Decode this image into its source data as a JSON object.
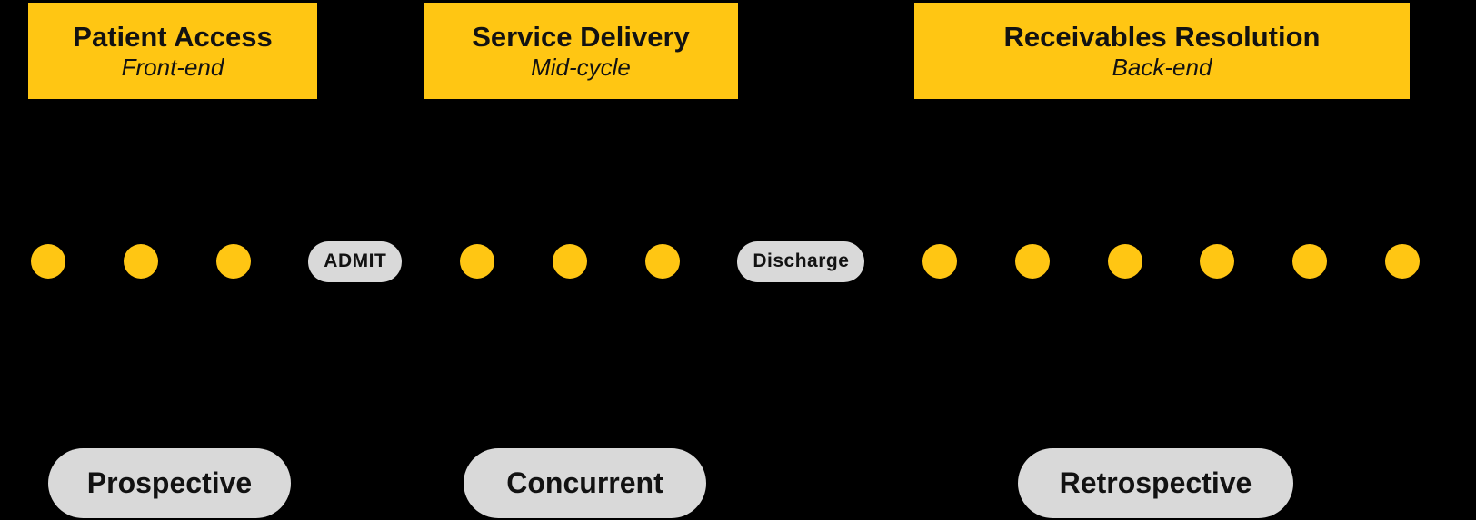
{
  "colors": {
    "background": "#000000",
    "gold": "#FFC613",
    "pill_gray": "#D9D9D9",
    "text_dark": "#121212"
  },
  "phases": [
    {
      "title": "Patient Access",
      "subtitle": "Front-end"
    },
    {
      "title": "Service Delivery",
      "subtitle": "Mid-cycle"
    },
    {
      "title": "Receivables Resolution",
      "subtitle": "Back-end"
    }
  ],
  "timeline": {
    "items": [
      {
        "type": "dot"
      },
      {
        "type": "dot"
      },
      {
        "type": "dot"
      },
      {
        "type": "milestone",
        "label": "ADMIT"
      },
      {
        "type": "dot"
      },
      {
        "type": "dot"
      },
      {
        "type": "dot"
      },
      {
        "type": "milestone",
        "label": "Discharge"
      },
      {
        "type": "dot"
      },
      {
        "type": "dot"
      },
      {
        "type": "dot"
      },
      {
        "type": "dot"
      },
      {
        "type": "dot"
      },
      {
        "type": "dot"
      }
    ]
  },
  "review_stages": [
    {
      "label": "Prospective"
    },
    {
      "label": "Concurrent"
    },
    {
      "label": "Retrospective"
    }
  ]
}
